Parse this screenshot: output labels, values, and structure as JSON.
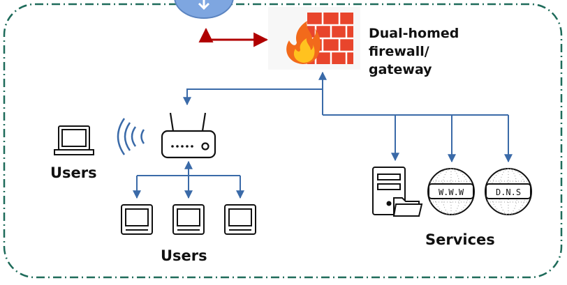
{
  "labels": {
    "firewall_line1": "Dual-homed",
    "firewall_line2": "firewall/",
    "firewall_line3": "gateway",
    "users_left": "Users",
    "users_bottom": "Users",
    "services": "Services",
    "www": "W.W.W",
    "dns": "D.N.S"
  },
  "colors": {
    "boundary": "#1e6b5a",
    "connector": "#3a6aa8",
    "red_arrow": "#b00000",
    "cloud": "#7ea6e0",
    "brick": "#e8452c",
    "device_stroke": "#111111"
  },
  "icons": [
    "cloud-icon",
    "firewall-icon",
    "laptop-icon",
    "wifi-signal-icon",
    "router-icon",
    "desktop-computer-icon",
    "server-icon",
    "folder-icon",
    "www-globe-icon",
    "dns-globe-icon"
  ]
}
